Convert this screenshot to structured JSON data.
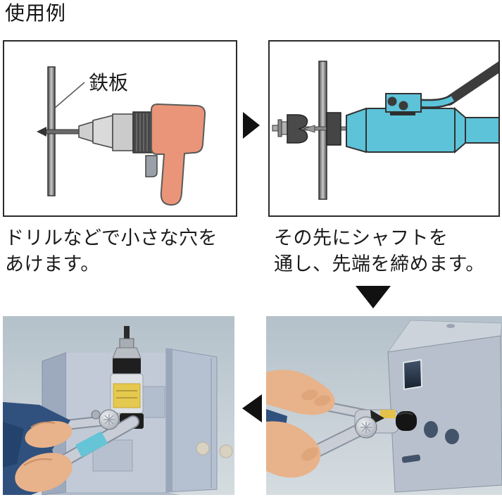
{
  "page": {
    "title": "使用例"
  },
  "steps": {
    "step1": {
      "caption_line1": "ドリルなどで小さな穴を",
      "caption_line2": "あけます。",
      "plate_label": "鉄板",
      "alt": "ドリルで鉄板に小さな穴をあけるイラスト"
    },
    "step2": {
      "caption_line1": "その先にシャフトを",
      "caption_line2": "通し、先端を締めます。",
      "alt": "穴にシャフトを通し先端を締めた油圧パンチャーのイラスト"
    },
    "step3": {
      "alt": "ボックス側面でパンチャーのポンプを握って穴をあける写真"
    },
    "step4": {
      "alt": "開いたボックス内でパンチャーを使用する写真"
    }
  },
  "colors": {
    "drill_body": "#EA9579",
    "punch_tool": "#5CC3D9",
    "arrow": "#111111",
    "label_yellow": "#E5C84E",
    "caption_text": "#1A1A1A"
  }
}
